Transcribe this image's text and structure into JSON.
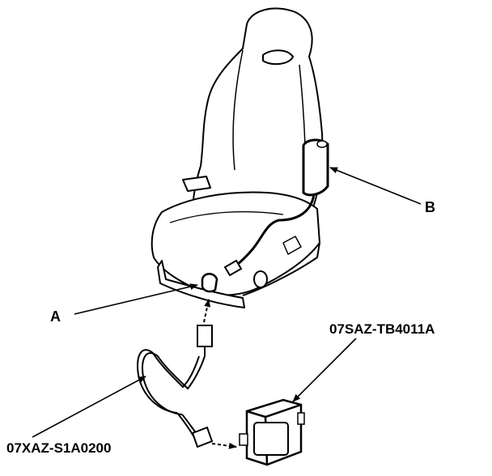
{
  "labels": {
    "a": "A",
    "b": "B",
    "tool_unit": "07SAZ-TB4011A",
    "tool_harness": "07XAZ-S1A0200"
  },
  "colors": {
    "line": "#000000",
    "background": "#ffffff"
  }
}
